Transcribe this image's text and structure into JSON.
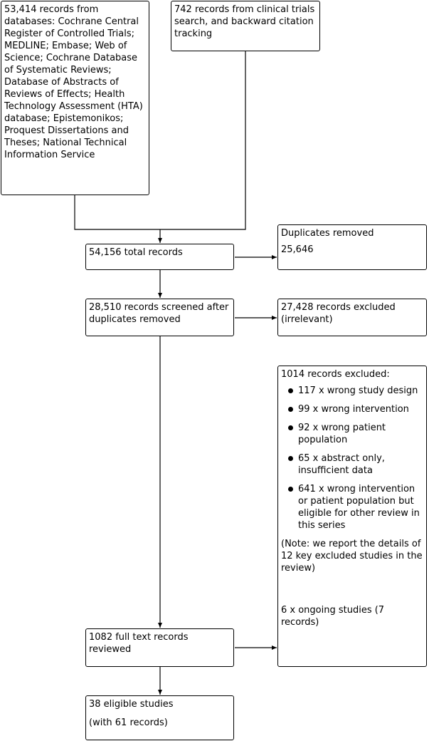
{
  "boxes": {
    "databases": "53,414 records from databases: Cochrane Central Register of Controlled Trials; MEDLINE; Embase; Web of Science; Cochrane Database of Systematic Reviews; Database of Abstracts of Reviews of Effects; Health Technology Assessment (HTA) database; Epistemonikos; Proquest Dissertations and Theses; National Technical Information Service",
    "clinical_trials": "742 records from clinical trials search, and backward citation tracking",
    "total_records": "54,156 total records",
    "duplicates_title": "Duplicates removed",
    "duplicates_count": "25,646",
    "screened": "28,510 records screened after duplicates removed",
    "excluded_irrelevant": "27,428 records excluded (irrelevant)",
    "excluded_full_title": "1014 records excluded:",
    "excluded_reasons": [
      "117 x wrong study design",
      "99 x wrong intervention",
      "92 x wrong patient population",
      "65 x abstract only, insufficient data",
      "641 x wrong intervention or patient population but eligible for other review in this series"
    ],
    "excluded_note": "(Note: we report the details of 12 key excluded studies in the review)",
    "ongoing": "6 x ongoing studies (7 records)",
    "full_text": "1082 full text records reviewed",
    "eligible_line1": "38 eligible studies",
    "eligible_line2": "(with 61 records)"
  }
}
